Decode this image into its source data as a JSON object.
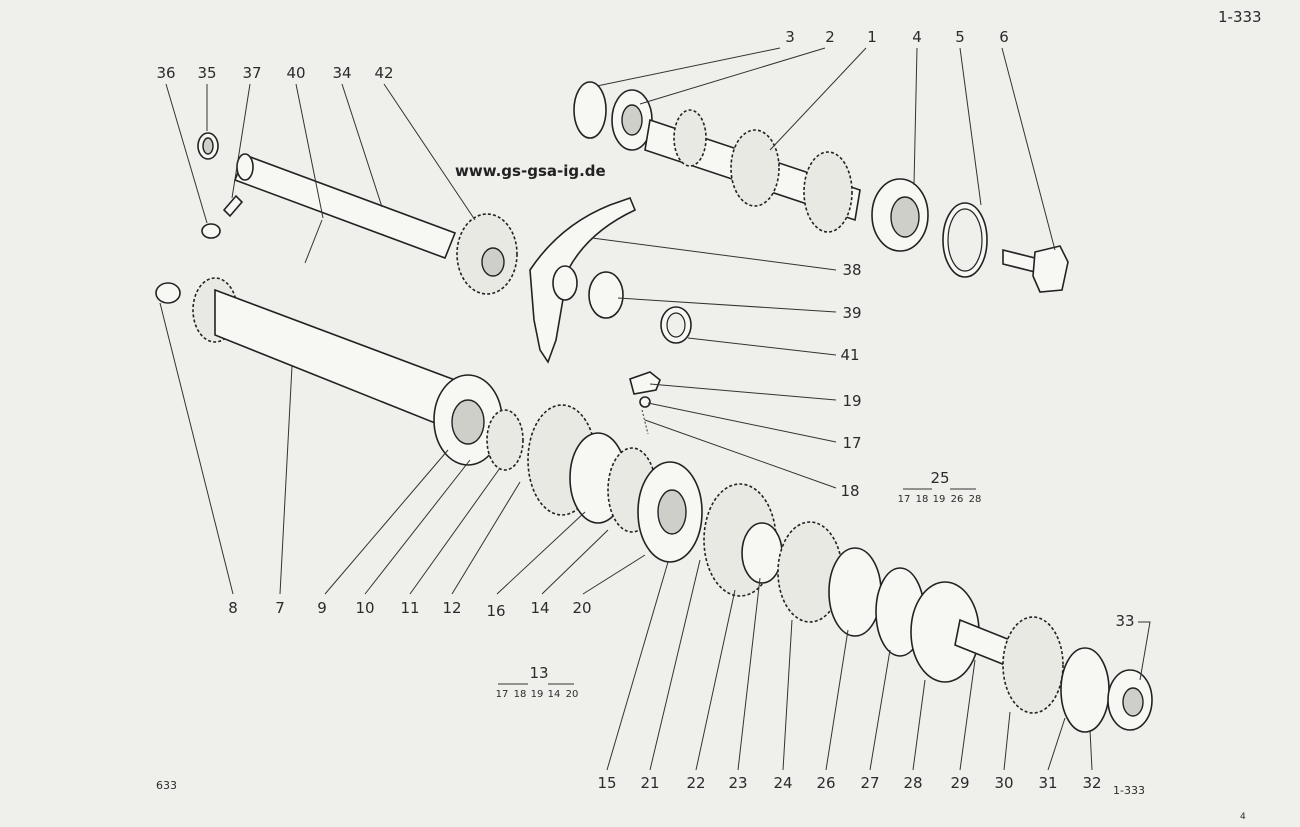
{
  "page_ref": "1-333",
  "watermark_url": "www.gs-gsa-ig.de",
  "figure_number": "633",
  "figure_ref": "1-333",
  "page_number": "4",
  "callouts": [
    "3",
    "2",
    "1",
    "4",
    "5",
    "6",
    "36",
    "35",
    "37",
    "40",
    "34",
    "42",
    "38",
    "39",
    "41",
    "19",
    "17",
    "18",
    "8",
    "7",
    "9",
    "10",
    "11",
    "12",
    "16",
    "14",
    "20",
    "15",
    "21",
    "22",
    "23",
    "24",
    "26",
    "27",
    "28",
    "29",
    "30",
    "31",
    "32",
    "33"
  ],
  "assemblies": [
    {
      "number": "25",
      "components": [
        "17",
        "18",
        "19",
        "26",
        "28"
      ]
    },
    {
      "number": "13",
      "components": [
        "17",
        "18",
        "19",
        "14",
        "20"
      ]
    }
  ]
}
